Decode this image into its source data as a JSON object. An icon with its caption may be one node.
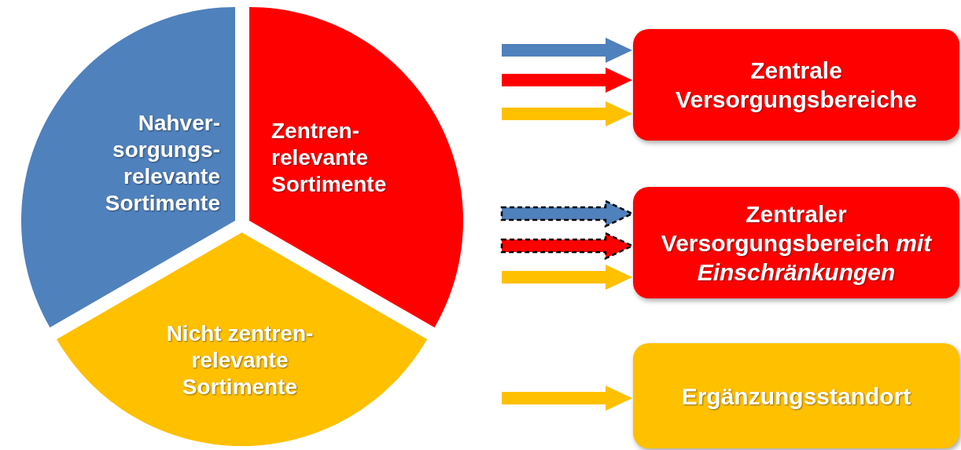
{
  "diagram": {
    "nodes": [
      {
        "text": [
          "Nahver- sorgungs- relevante Sortimente"
        ]
      },
      {
        "text": [
          "Zentren- relevante Sortimente"
        ]
      },
      {
        "text": [
          "Nicht zentren- relevante Sortimente"
        ]
      },
      {
        "text": [
          "Zentrale Versorgungsbereiche"
        ]
      },
      {
        "text": [
          "Zentraler Versorgungsbereich *mit Einschränkungen*"
        ]
      },
      {
        "text": [
          "Ergänzungsstandort"
        ]
      }
    ],
    "edges": [
      {
        "from": null,
        "to": 3,
        "arrow": "to",
        "color": "#4f81bd"
      },
      {
        "from": null,
        "to": 3,
        "arrow": "to",
        "color": "#ff0000"
      },
      {
        "from": null,
        "to": 3,
        "arrow": "to",
        "color": "#ffc000"
      },
      {
        "from": null,
        "to": 4,
        "arrow": "to",
        "style": "dashed",
        "color": "#4f81bd"
      },
      {
        "from": null,
        "to": 4,
        "arrow": "to",
        "style": "dashed",
        "color": "#ff0000"
      },
      {
        "from": null,
        "to": 4,
        "arrow": "to",
        "color": "#ffc000"
      },
      {
        "from": null,
        "to": 5,
        "arrow": "to",
        "color": "#ffc000"
      }
    ]
  }
}
